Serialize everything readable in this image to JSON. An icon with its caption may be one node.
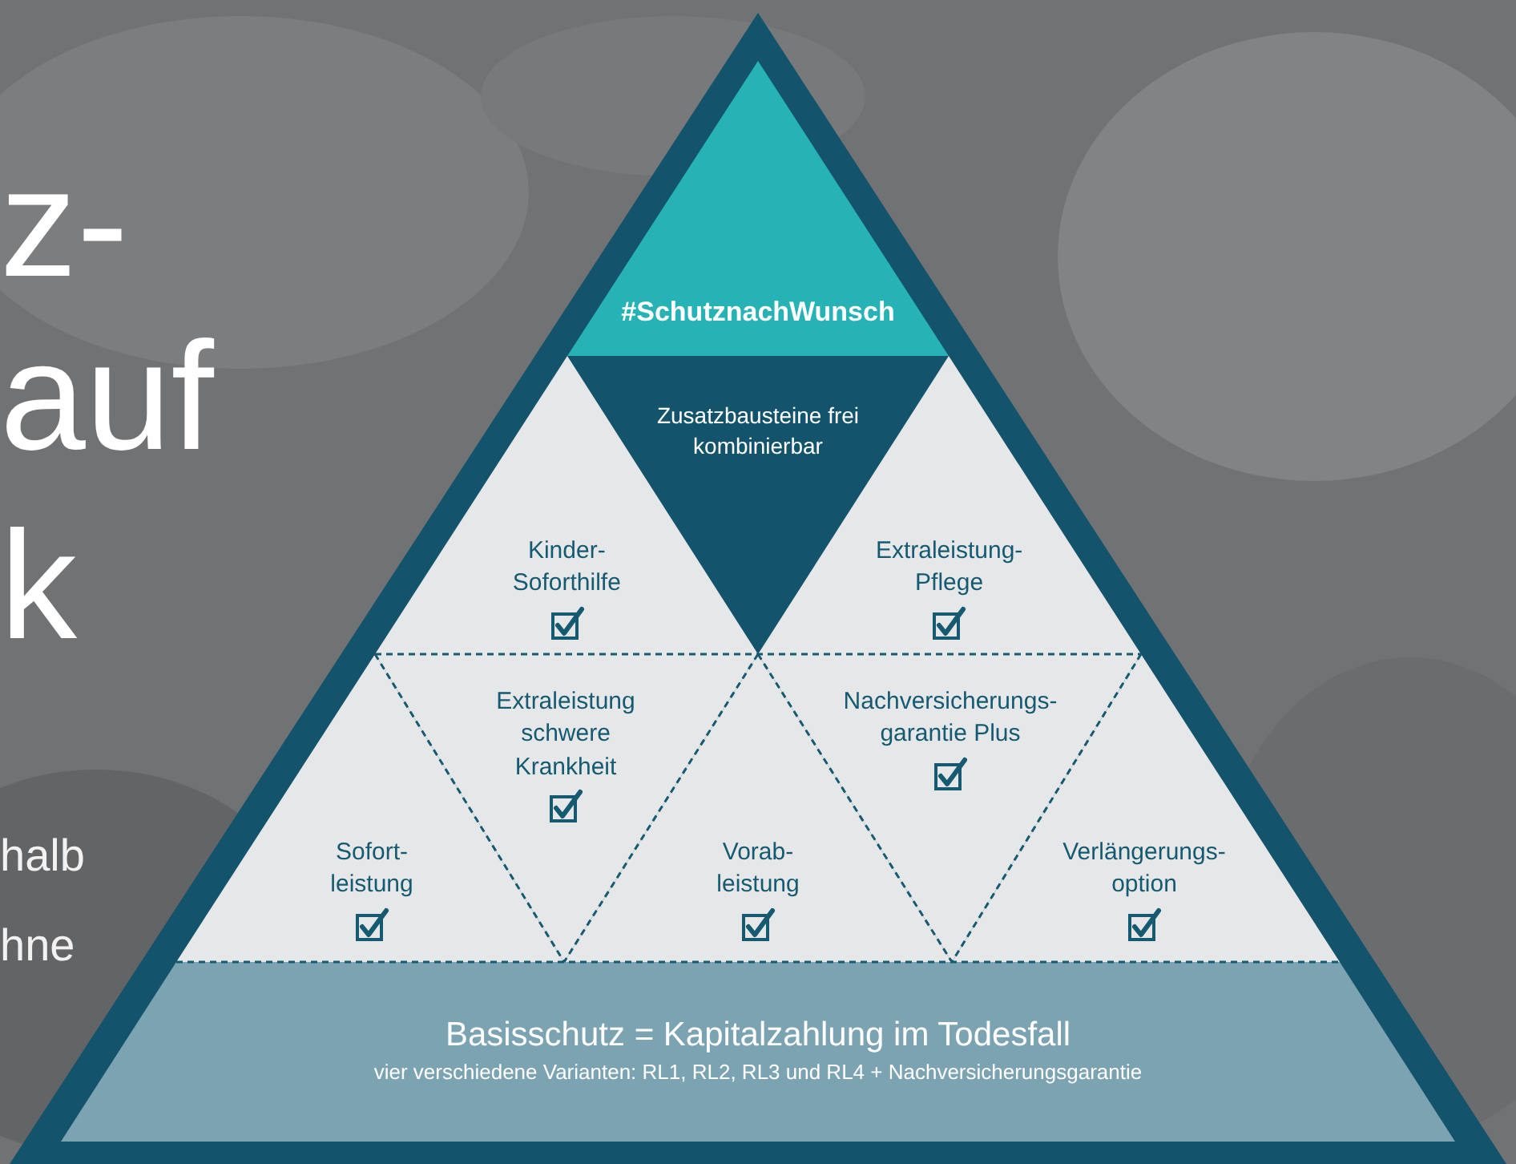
{
  "diagram": {
    "nodes": [
      {
        "text": [
          "#SchutznachWunsch"
        ]
      },
      {
        "text": [
          "Zusatzbausteine frei kombinierbar"
        ]
      },
      {
        "text": [
          "Kinder- Soforthilfe"
        ]
      },
      {
        "text": [
          "Extraleistung- Pflege"
        ]
      },
      {
        "text": [
          "Extraleistung schwere Krankheit"
        ]
      },
      {
        "text": [
          "Nachversicherungs- garantie Plus"
        ]
      },
      {
        "text": [
          "Sofort- leistung"
        ]
      },
      {
        "text": [
          "Vorab- leistung"
        ]
      },
      {
        "text": [
          "Verlängerungs- option"
        ]
      },
      {
        "text": [
          "Basisschutz = Kapitalzahlung im Todesfall",
          "vier verschiedene Varianten: RL1, RL2, RL3 und RL4 + Nachversicherungsgarantie"
        ]
      }
    ],
    "edges": [],
    "labels": [
      "z-",
      "auf",
      "k",
      "halb",
      "hne"
    ]
  }
}
